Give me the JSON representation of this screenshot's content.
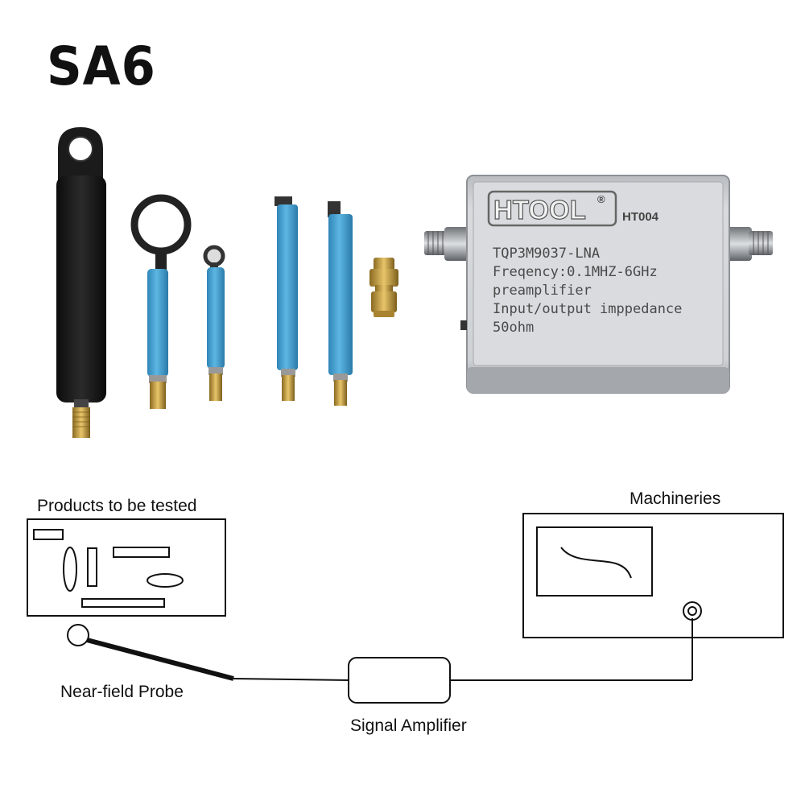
{
  "product": {
    "code": "SA6"
  },
  "amplifier": {
    "brand": "HTOOL",
    "reg_mark": "®",
    "model": "HT004",
    "lines": [
      "TQP3M9037-LNA",
      "Freqency:0.1MHZ-6GHz",
      "preamplifier",
      "Input/output imppedance",
      "50ohm"
    ]
  },
  "diagram": {
    "products_label": "Products to be tested",
    "machineries_label": "Machineries",
    "probe_label": "Near-field Probe",
    "amplifier_label": "Signal Amplifier"
  },
  "colors": {
    "probe_blue": "#4aa3d1",
    "probe_black": "#1a1a1a",
    "brass": "#c9a24a",
    "aluminum": "#c9ccd0"
  }
}
